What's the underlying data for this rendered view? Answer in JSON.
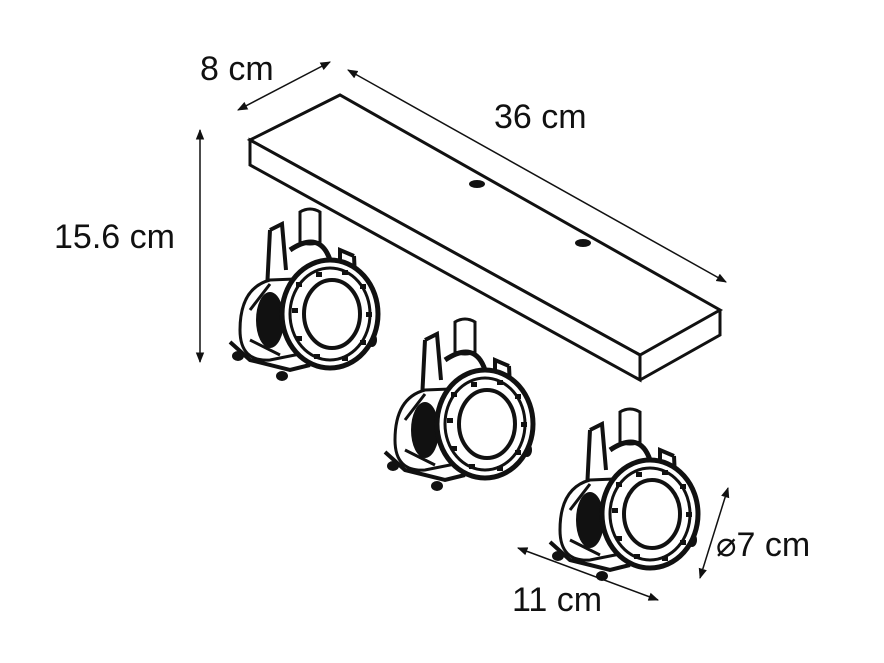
{
  "dimensions": {
    "depth": "8 cm",
    "length": "36 cm",
    "height": "15.6 cm",
    "diameter": "⌀7 cm",
    "spot_depth": "11 cm"
  },
  "colors": {
    "ink": "#111111",
    "background": "#ffffff"
  },
  "icons": [
    "arrow-head-icon"
  ]
}
